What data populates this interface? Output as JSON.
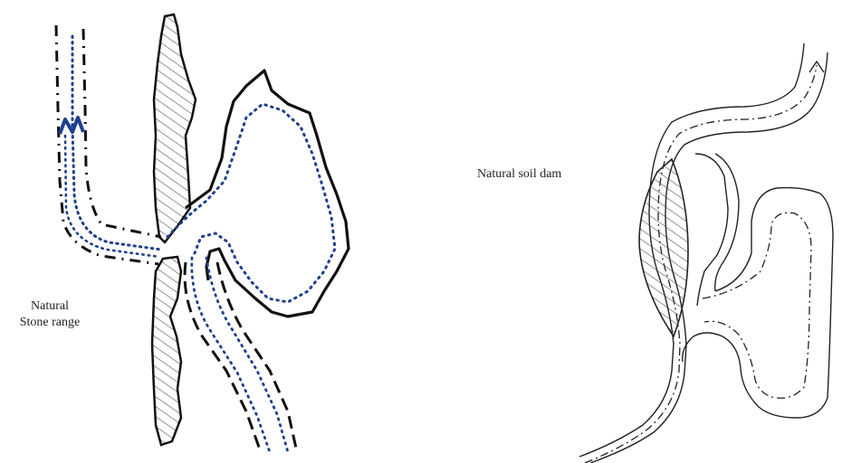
{
  "left_figure": {
    "label_line1": "Natural",
    "label_line2": "Stone range"
  },
  "right_figure": {
    "label": "Natural soil dam"
  },
  "colors": {
    "ink": "#111111",
    "hatch": "#444444",
    "accent": "#1f3f8f"
  }
}
